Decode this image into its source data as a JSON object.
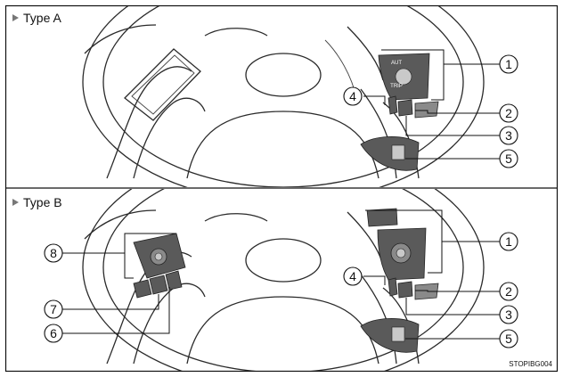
{
  "panels": [
    {
      "title": "Type A"
    },
    {
      "title": "Type B"
    }
  ],
  "callouts_a": [
    "1",
    "2",
    "3",
    "4",
    "5"
  ],
  "callouts_b": [
    "1",
    "2",
    "3",
    "4",
    "5",
    "6",
    "7",
    "8"
  ],
  "figure_code": "STOPIBG004",
  "icons": {
    "panel_marker": "triangle-right-icon"
  }
}
